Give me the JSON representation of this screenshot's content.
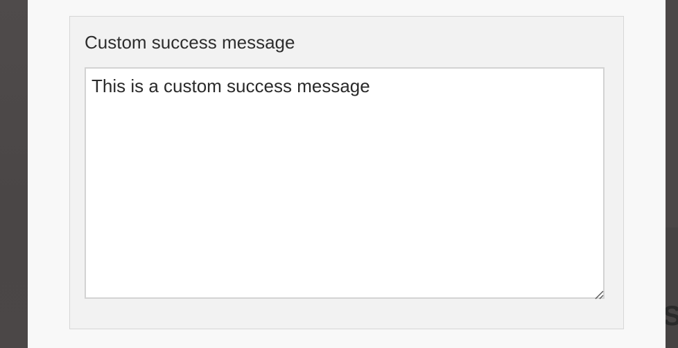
{
  "field": {
    "label": "Custom success message",
    "value": "This is a custom success message"
  },
  "background": {
    "partial_text": "S"
  },
  "icons": {
    "resize_handle": "resize-grip-icon"
  },
  "colors": {
    "modal_background": "#f8f8f8",
    "panel_background": "#f2f2f2",
    "overlay": "#4a4646"
  }
}
